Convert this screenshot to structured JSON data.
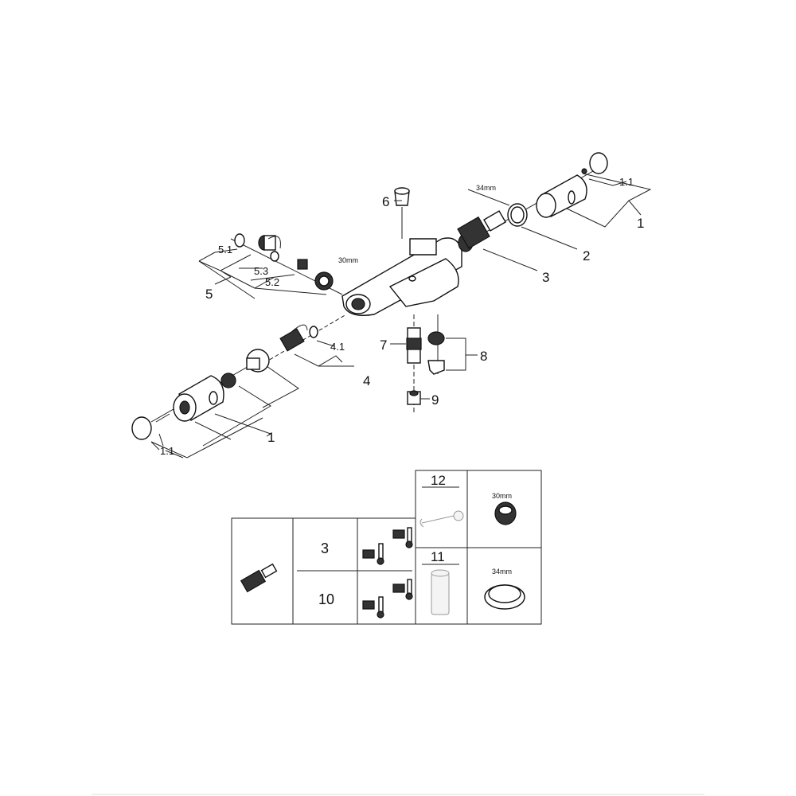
{
  "diagram": {
    "callouts": {
      "p6": "6",
      "mm34": "34mm",
      "p1_1_right": "1.1",
      "p1_right": "1",
      "p2": "2",
      "p3": "3",
      "p5_1": "5.1",
      "p5_3": "5.3",
      "p5_2": "5.2",
      "p5": "5",
      "mm30": "30mm",
      "p4_1": "4.1",
      "p4": "4",
      "p7": "7",
      "p8": "8",
      "p9": "9",
      "p1_left": "1",
      "p1_1_left": "1.1"
    },
    "table": {
      "row_3": "3",
      "row_10": "10",
      "tool_12": "12",
      "tool_11": "11",
      "nut_30": "30mm",
      "ring_34": "34mm"
    }
  }
}
